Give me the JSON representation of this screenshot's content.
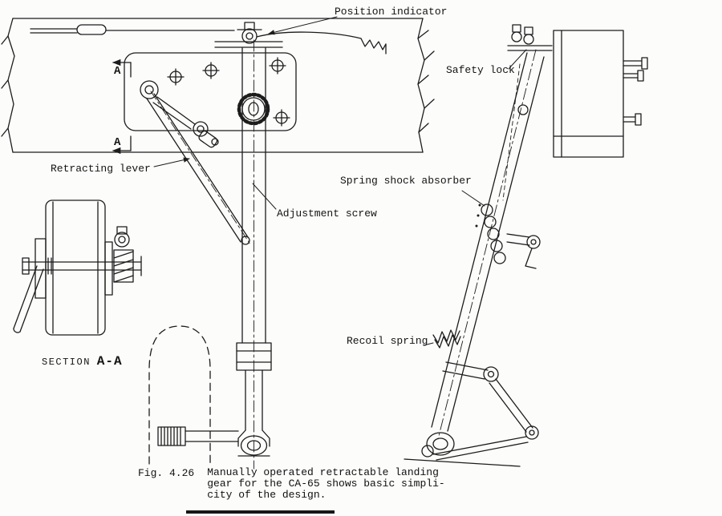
{
  "figure": {
    "fig_label": "Fig. 4.26",
    "caption_lines": [
      "Manually operated retractable landing",
      "gear for the CA-65 shows basic simpli-",
      "city of the design."
    ]
  },
  "labels": {
    "position_indicator": "Position indicator",
    "safety_lock": "Safety lock",
    "retracting_lever": "Retracting lever",
    "adjustment_screw": "Adjustment screw",
    "spring_shock_absorber": "Spring shock absorber",
    "recoil_spring": "Recoil spring",
    "section_title": "SECTION",
    "section_cut": "A-A",
    "section_marker": "A"
  },
  "style": {
    "ink_color": "#1c1c1c",
    "paper_color": "#fcfcfa"
  }
}
